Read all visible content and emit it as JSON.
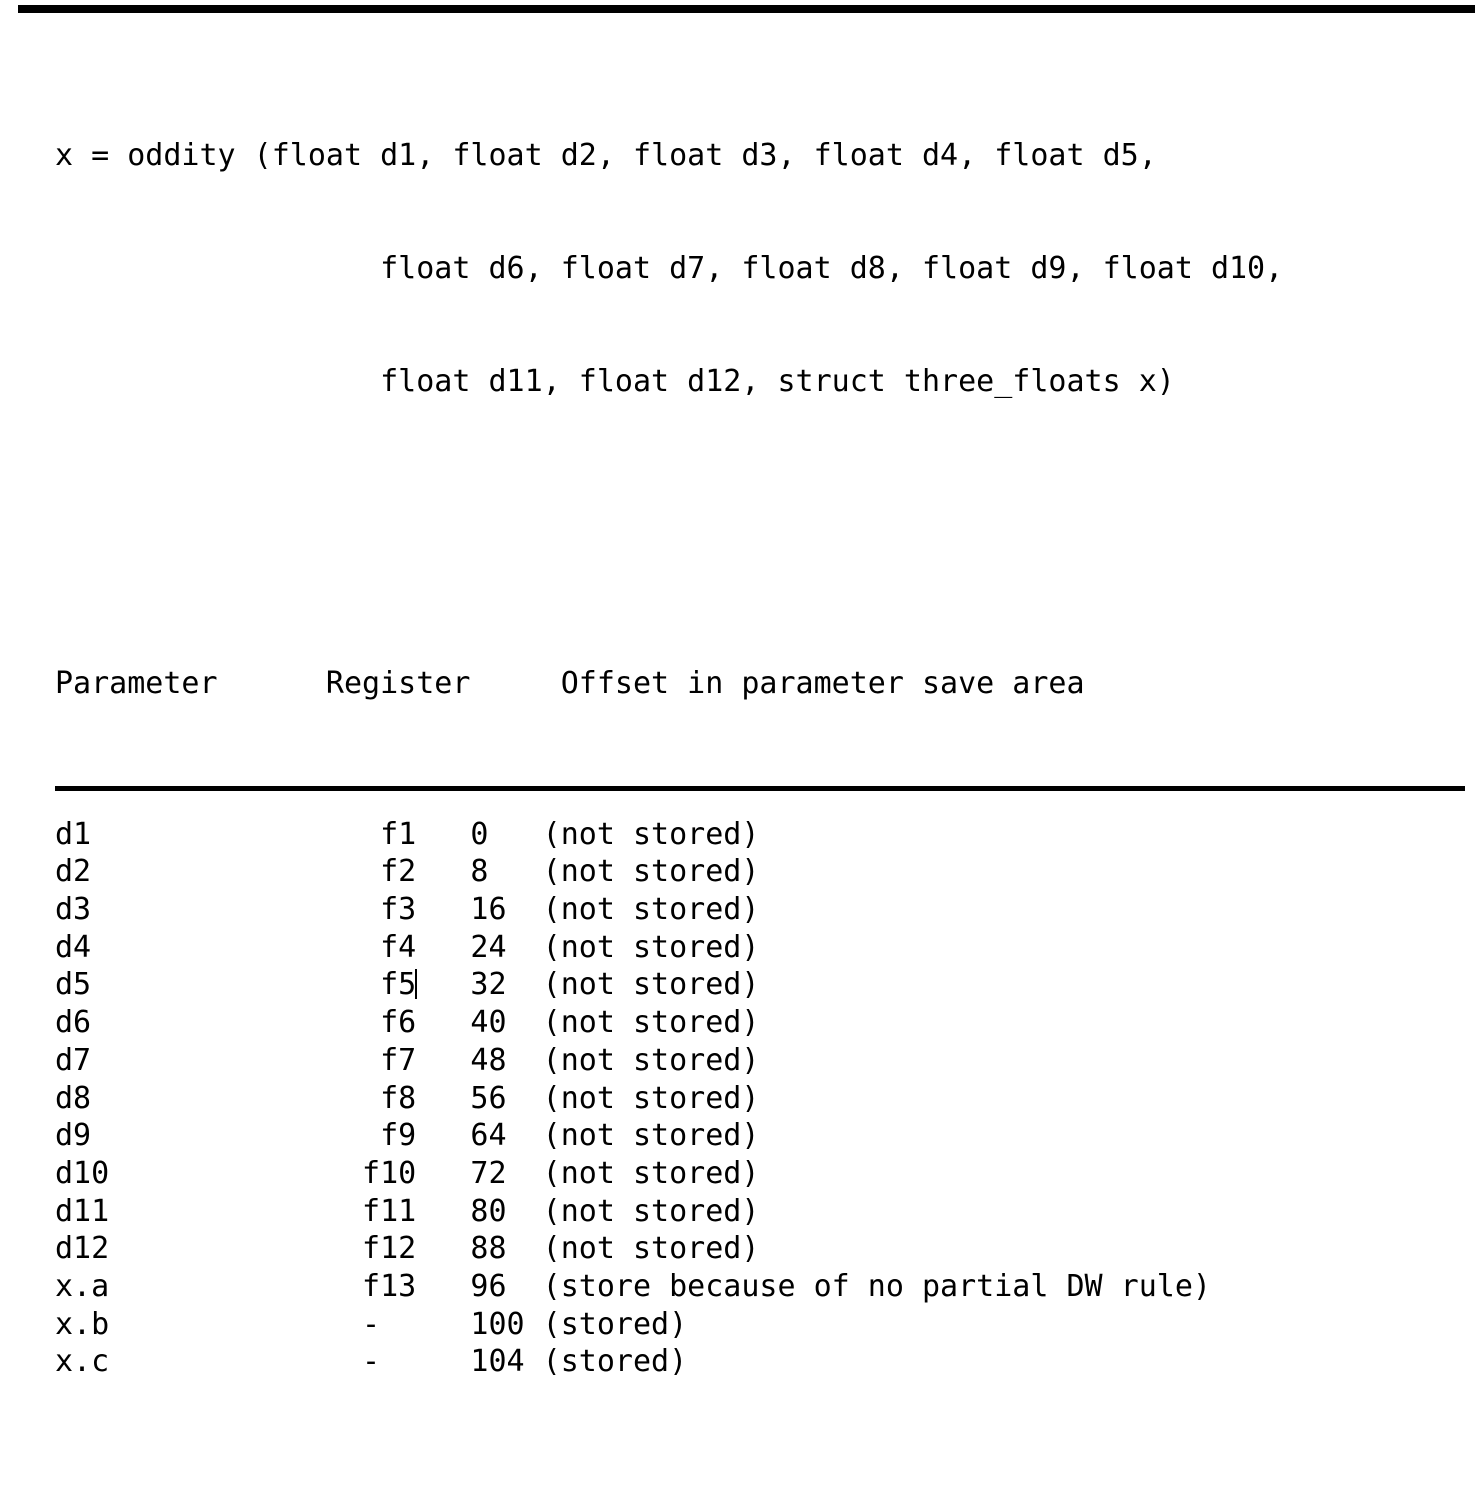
{
  "document": {
    "kind": "technical-manual-figure",
    "signature": {
      "lines": [
        "x = oddity (float d1, float d2, float d3, float d4, float d5,",
        "                  float d6, float d7, float d8, float d9, float d10,",
        "                  float d11, float d12, struct three_floats x)"
      ],
      "function_name": "oddity",
      "return_var": "x"
    },
    "table": {
      "headers": {
        "parameter": "Parameter",
        "register": "Register",
        "offset": "Offset in parameter save area"
      },
      "header_line": "Parameter      Register     Offset in parameter save area",
      "rows": [
        {
          "parameter": "d1",
          "register": "f1",
          "offset": "0",
          "note": "(not stored)",
          "caret": false
        },
        {
          "parameter": "d2",
          "register": "f2",
          "offset": "8",
          "note": "(not stored)",
          "caret": false
        },
        {
          "parameter": "d3",
          "register": "f3",
          "offset": "16",
          "note": "(not stored)",
          "caret": false
        },
        {
          "parameter": "d4",
          "register": "f4",
          "offset": "24",
          "note": "(not stored)",
          "caret": false
        },
        {
          "parameter": "d5",
          "register": "f5",
          "offset": "32",
          "note": "(not stored)",
          "caret": true
        },
        {
          "parameter": "d6",
          "register": "f6",
          "offset": "40",
          "note": "(not stored)",
          "caret": false
        },
        {
          "parameter": "d7",
          "register": "f7",
          "offset": "48",
          "note": "(not stored)",
          "caret": false
        },
        {
          "parameter": "d8",
          "register": "f8",
          "offset": "56",
          "note": "(not stored)",
          "caret": false
        },
        {
          "parameter": "d9",
          "register": "f9",
          "offset": "64",
          "note": "(not stored)",
          "caret": false
        },
        {
          "parameter": "d10",
          "register": "f10",
          "offset": "72",
          "note": "(not stored)",
          "caret": false
        },
        {
          "parameter": "d11",
          "register": "f11",
          "offset": "80",
          "note": "(not stored)",
          "caret": false
        },
        {
          "parameter": "d12",
          "register": "f12",
          "offset": "88",
          "note": "(not stored)",
          "caret": false
        },
        {
          "parameter": "x.a",
          "register": "f13",
          "offset": "96",
          "note": "(store because of no partial DW rule)",
          "caret": false
        },
        {
          "parameter": "x.b",
          "register": "-",
          "offset": "100",
          "note": "(stored)",
          "caret": false
        },
        {
          "parameter": "x.c",
          "register": "-",
          "offset": "104",
          "note": "(stored)",
          "caret": false
        }
      ]
    },
    "colors": {
      "background": "#ffffff",
      "text": "#000000",
      "rule": "#000000",
      "caret": "#000000"
    }
  }
}
